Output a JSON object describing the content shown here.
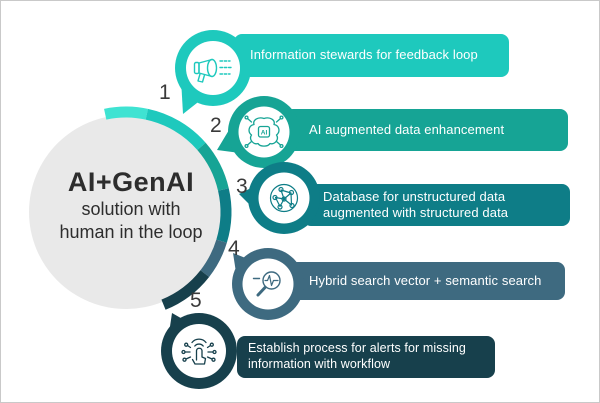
{
  "center": {
    "heading": "AI+GenAI",
    "subline1": "solution with",
    "subline2": "human in the loop",
    "circle_color": "#e9e9e9",
    "text_color": "#2d2d2d"
  },
  "steps": [
    {
      "number": "1",
      "lines": [
        "Information stewards for feedback loop"
      ],
      "color": "#1ec9bd",
      "icon": "megaphone-icon"
    },
    {
      "number": "2",
      "lines": [
        "AI augmented data enhancement"
      ],
      "color": "#16a495",
      "icon": "ai-brain-chip-icon"
    },
    {
      "number": "3",
      "lines": [
        "Database for unstructured data",
        "augmented with structured data"
      ],
      "color": "#0e7d87",
      "icon": "network-graph-icon"
    },
    {
      "number": "4",
      "lines": [
        "Hybrid search vector + semantic search"
      ],
      "color": "#3e6a80",
      "icon": "search-pulse-icon"
    },
    {
      "number": "5",
      "lines": [
        "Establish process for alerts for missing",
        "information with workflow"
      ],
      "color": "#17404c",
      "icon": "touch-ai-icon"
    }
  ],
  "arc_colors": [
    "#3fe3d2",
    "#1ec9bd",
    "#16a495",
    "#0e7d87",
    "#3e6a80",
    "#17404c"
  ],
  "chip_label": "AI"
}
